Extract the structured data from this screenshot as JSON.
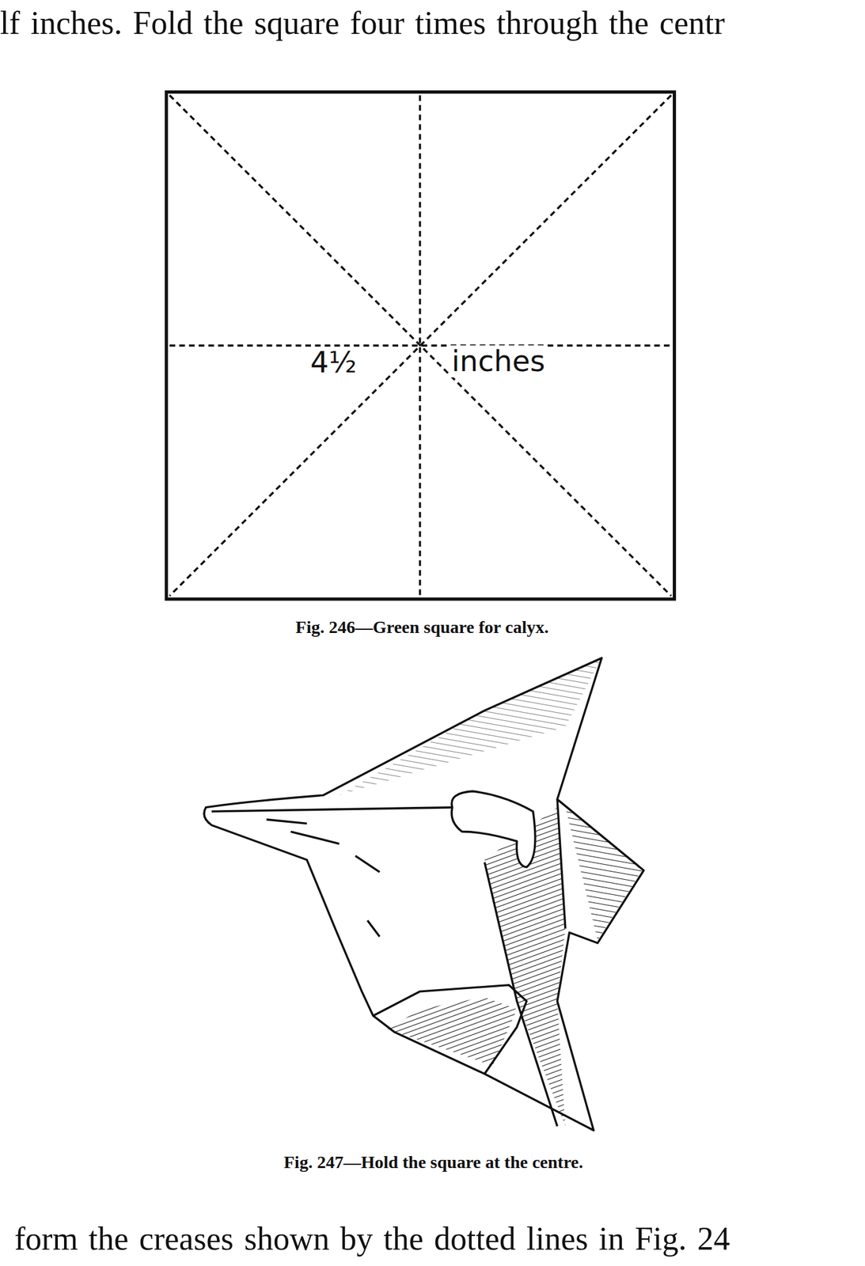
{
  "diagram": {
    "labels": [
      "lf inches.  Fold the square four times through the centr",
      "4½",
      "inches",
      "Fig. 246—Green square for calyx.",
      "Fig. 247—Hold the square at the centre.",
      "form the creases shown by the dotted lines in Fig. 24"
    ]
  }
}
